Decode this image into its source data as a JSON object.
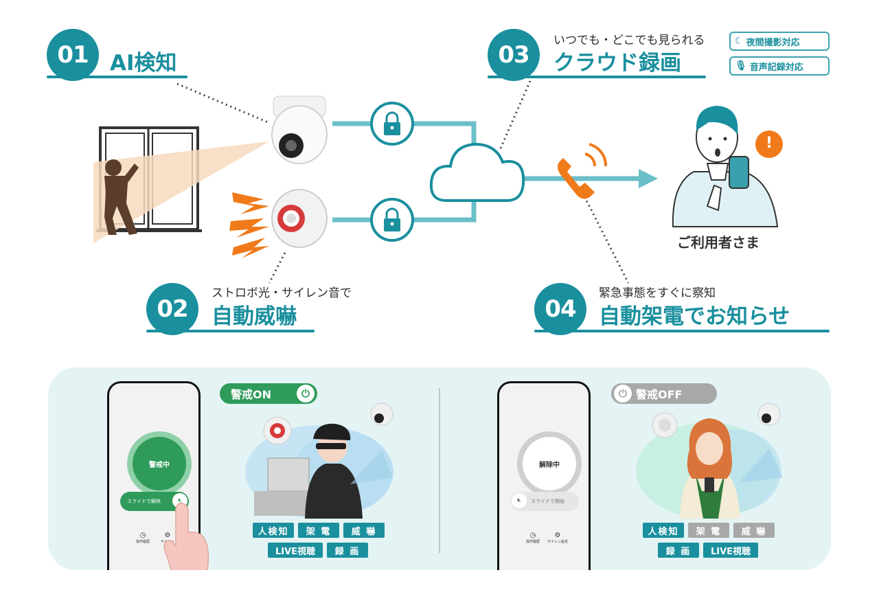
{
  "section1": {
    "num": "01",
    "title": "AI検知"
  },
  "section2": {
    "num": "02",
    "sub": "ストロボ光・サイレン音で",
    "title": "自動威嚇"
  },
  "section3": {
    "num": "03",
    "sub": "いつでも・どこでも見られる",
    "title": "クラウド録画",
    "badges": [
      {
        "icon": "moon-icon",
        "label": "夜間撮影対応"
      },
      {
        "icon": "microphone-icon",
        "label": "音声記録対応"
      }
    ]
  },
  "section4": {
    "num": "04",
    "sub": "緊急事態をすぐに察知",
    "title": "自動架電でお知らせ"
  },
  "user_label": "ご利用者さま",
  "alert_mark": "!",
  "armed": {
    "mode_label": "警戒ON",
    "phone_status": "警戒中",
    "slider_label": "スライドで解除",
    "menu": [
      "操作履歴",
      "サイレン"
    ],
    "chips_row1": [
      {
        "label": "人検知",
        "active": true
      },
      {
        "label": "架 電",
        "active": true
      },
      {
        "label": "威 嚇",
        "active": true
      }
    ],
    "chips_row2": [
      {
        "label": "LIVE視聴",
        "active": true
      },
      {
        "label": "録 画",
        "active": true
      }
    ]
  },
  "disarmed": {
    "mode_label": "警戒OFF",
    "phone_status": "解除中",
    "slider_label": "スライドで開始",
    "menu": [
      "操作履歴",
      "サイレン設定"
    ],
    "chips_row1": [
      {
        "label": "人検知",
        "active": true
      },
      {
        "label": "架 電",
        "active": false
      },
      {
        "label": "威 嚇",
        "active": false
      }
    ],
    "chips_row2": [
      {
        "label": "録 画",
        "active": true
      },
      {
        "label": "LIVE視聴",
        "active": true
      }
    ]
  },
  "colors": {
    "teal": "#1a8f9e",
    "light_teal": "#e4f4f5",
    "green": "#2e9b5a",
    "orange": "#f07a1a",
    "gray": "#a8a8a8"
  }
}
